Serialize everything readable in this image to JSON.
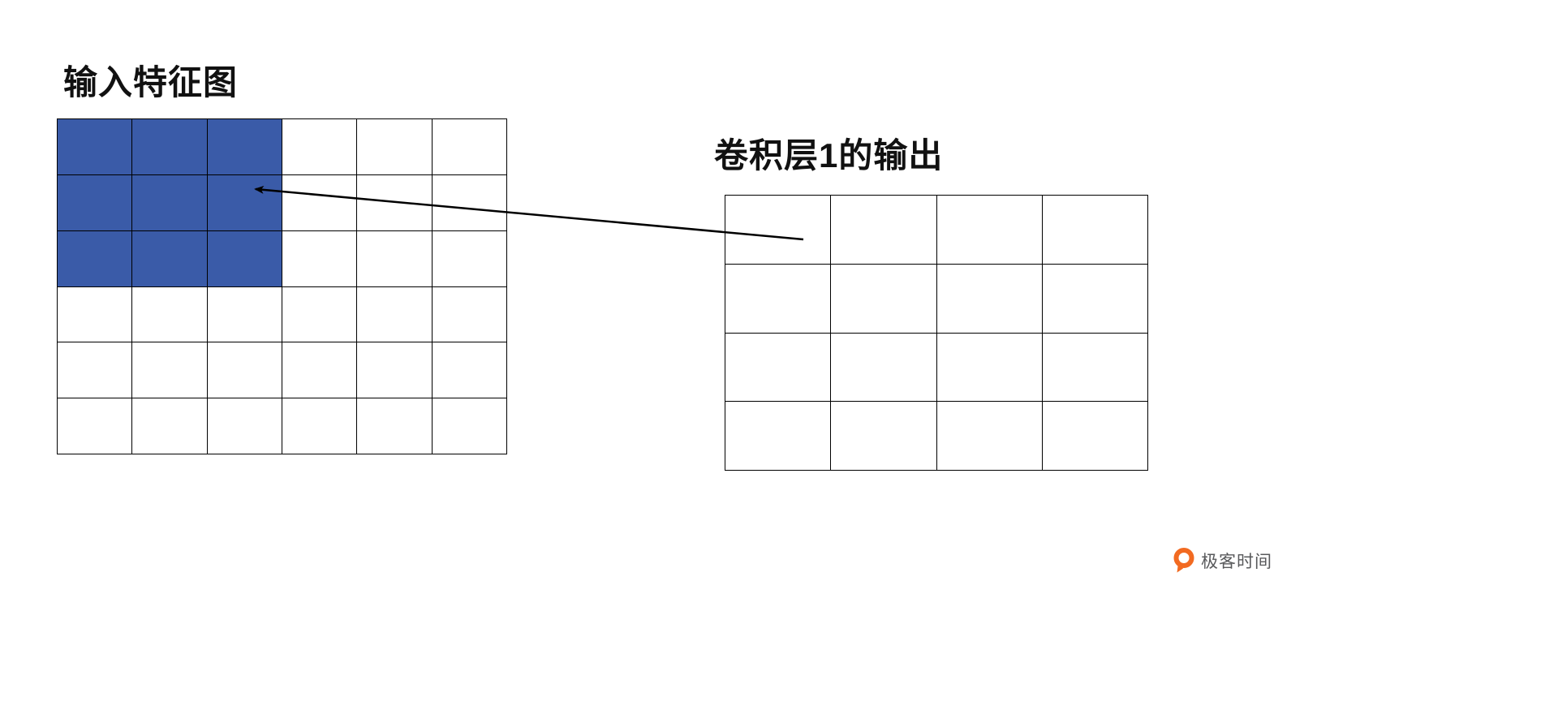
{
  "colors": {
    "highlight": "#3A5BA8",
    "line": "#000000",
    "grid_border": "#000000",
    "logo_orange": "#F26A21",
    "logo_text": "#58595B"
  },
  "input_grid": {
    "title": "输入特征图",
    "rows": 6,
    "cols": 6,
    "highlight": {
      "row_start": 0,
      "row_end": 2,
      "col_start": 0,
      "col_end": 2
    }
  },
  "output_grid": {
    "title": "卷积层1的输出",
    "rows": 4,
    "cols": 4
  },
  "logo": {
    "text": "极客时间"
  }
}
